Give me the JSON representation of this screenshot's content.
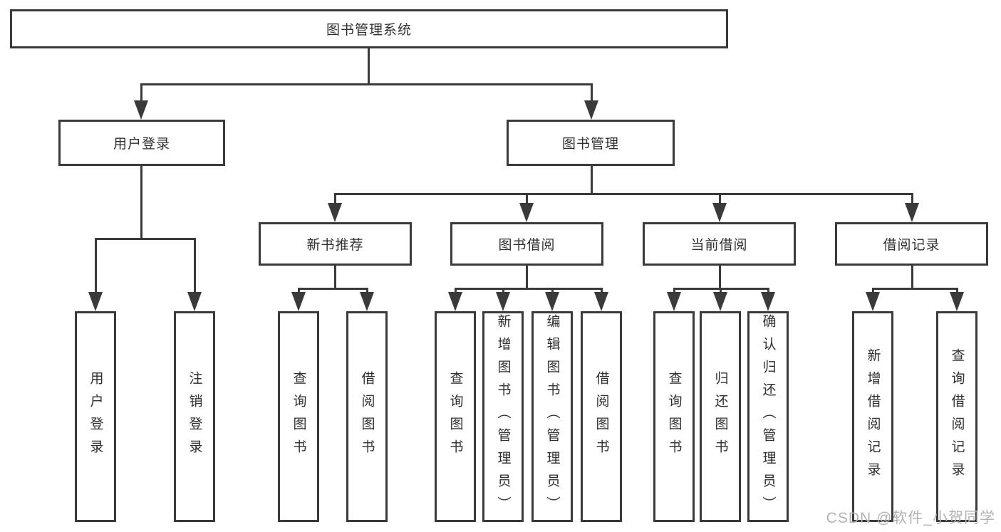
{
  "tree": {
    "label": "图书管理系统",
    "children": [
      {
        "label": "用户登录",
        "children": [
          {
            "label": "用户登录"
          },
          {
            "label": "注销登录"
          }
        ]
      },
      {
        "label": "图书管理",
        "children": [
          {
            "label": "新书推荐",
            "children": [
              {
                "label": "查询图书"
              },
              {
                "label": "借阅图书"
              }
            ]
          },
          {
            "label": "图书借阅",
            "children": [
              {
                "label": "查询图书"
              },
              {
                "label": "新增图书（管理员）"
              },
              {
                "label": "编辑图书（管理员）"
              },
              {
                "label": "借阅图书"
              }
            ]
          },
          {
            "label": "当前借阅",
            "children": [
              {
                "label": "查询图书"
              },
              {
                "label": "归还图书"
              },
              {
                "label": "确认归还（管理员）"
              }
            ]
          },
          {
            "label": "借阅记录",
            "children": [
              {
                "label": "新增借阅记录"
              },
              {
                "label": "查询借阅记录"
              }
            ]
          }
        ]
      }
    ]
  },
  "watermark": {
    "text": "CSDN @软件_小贺同学"
  },
  "colors": {
    "line": "#3a3a3a",
    "text": "#2f2f2f",
    "box_fill": "#ffffff",
    "background": "#ffffff",
    "watermark": "#b3b3b3"
  }
}
